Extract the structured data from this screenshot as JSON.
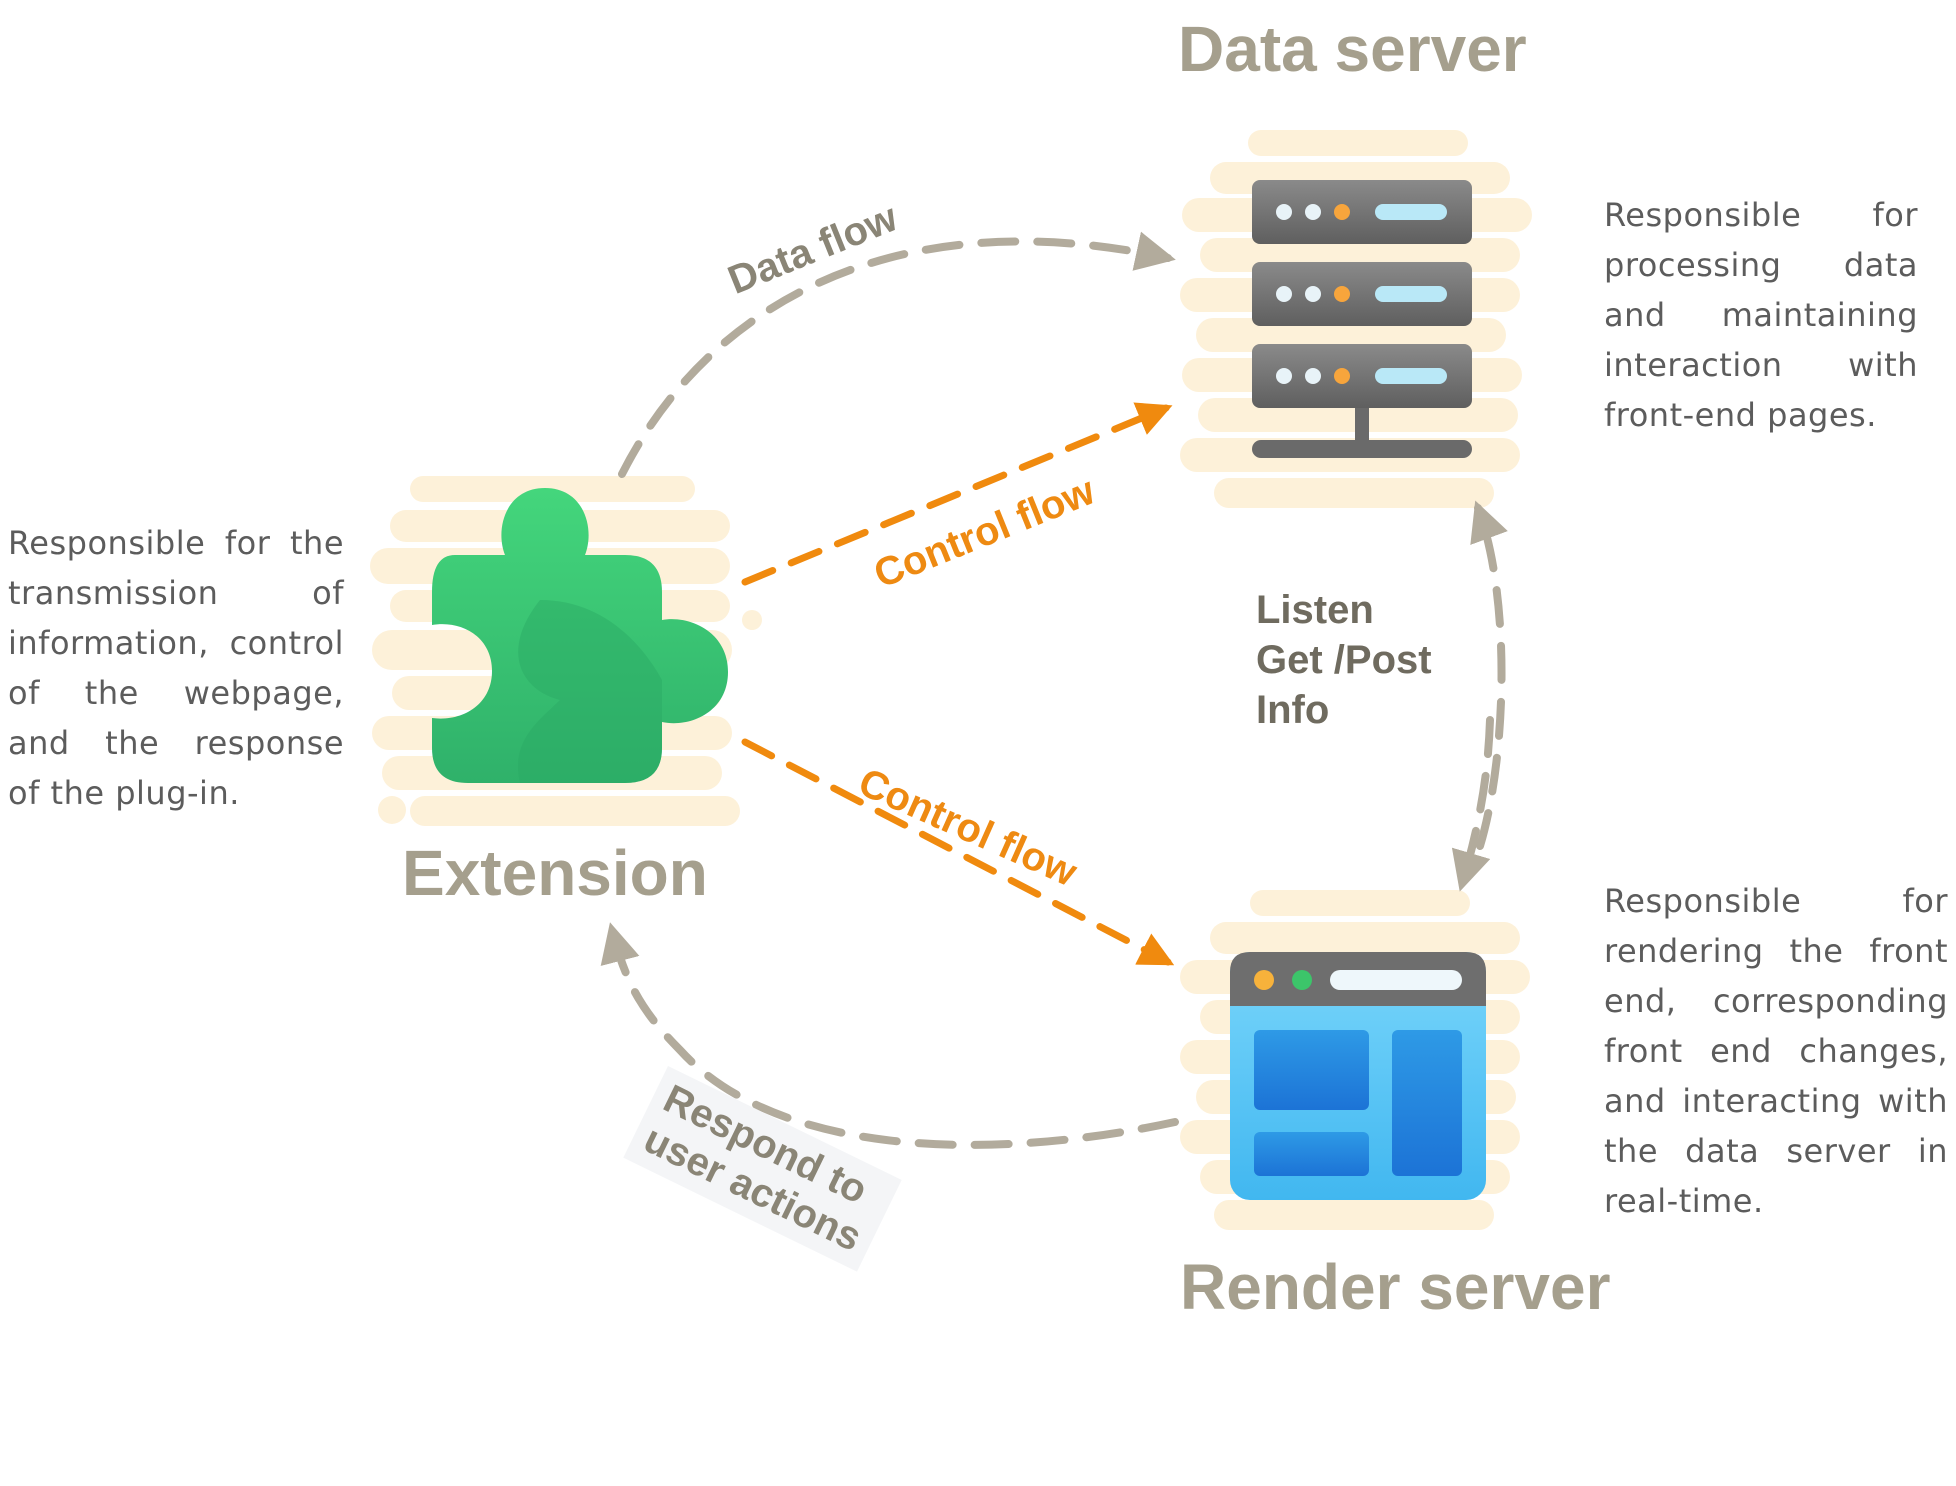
{
  "nodes": {
    "data_server": {
      "title": "Data server"
    },
    "extension": {
      "title": "Extension"
    },
    "render_server": {
      "title": "Render server"
    }
  },
  "descriptions": {
    "extension": [
      "Responsible for the",
      "transmission of",
      "information, control",
      "of the webpage,",
      "and the response",
      "of the plug-in."
    ],
    "data_server": [
      "Responsible for",
      "processing data",
      "and maintaining",
      "interaction with",
      "front-end pages."
    ],
    "render_server": [
      "Responsible for",
      "rendering the front",
      "end, corresponding",
      "front end changes,",
      "and interacting with",
      "the data server in",
      "real-time."
    ]
  },
  "edges": {
    "data_flow": "Data flow",
    "control_flow_1": "Control flow",
    "control_flow_2": "Control flow",
    "listen": [
      "Listen",
      "Get /Post",
      "Info"
    ],
    "respond": [
      "Respond to",
      "user actions"
    ]
  },
  "colors": {
    "gray_arrow": "#b2ab9c",
    "orange_arrow": "#f08a0e",
    "title": "#a59f8d",
    "blob": "#fdf1d9",
    "puzzle_green": "#3bc777",
    "server_gray": "#6e6e6e",
    "browser_blue": "#5ec8f5"
  },
  "icons": [
    "puzzle-icon",
    "server-rack-icon",
    "browser-window-icon"
  ]
}
